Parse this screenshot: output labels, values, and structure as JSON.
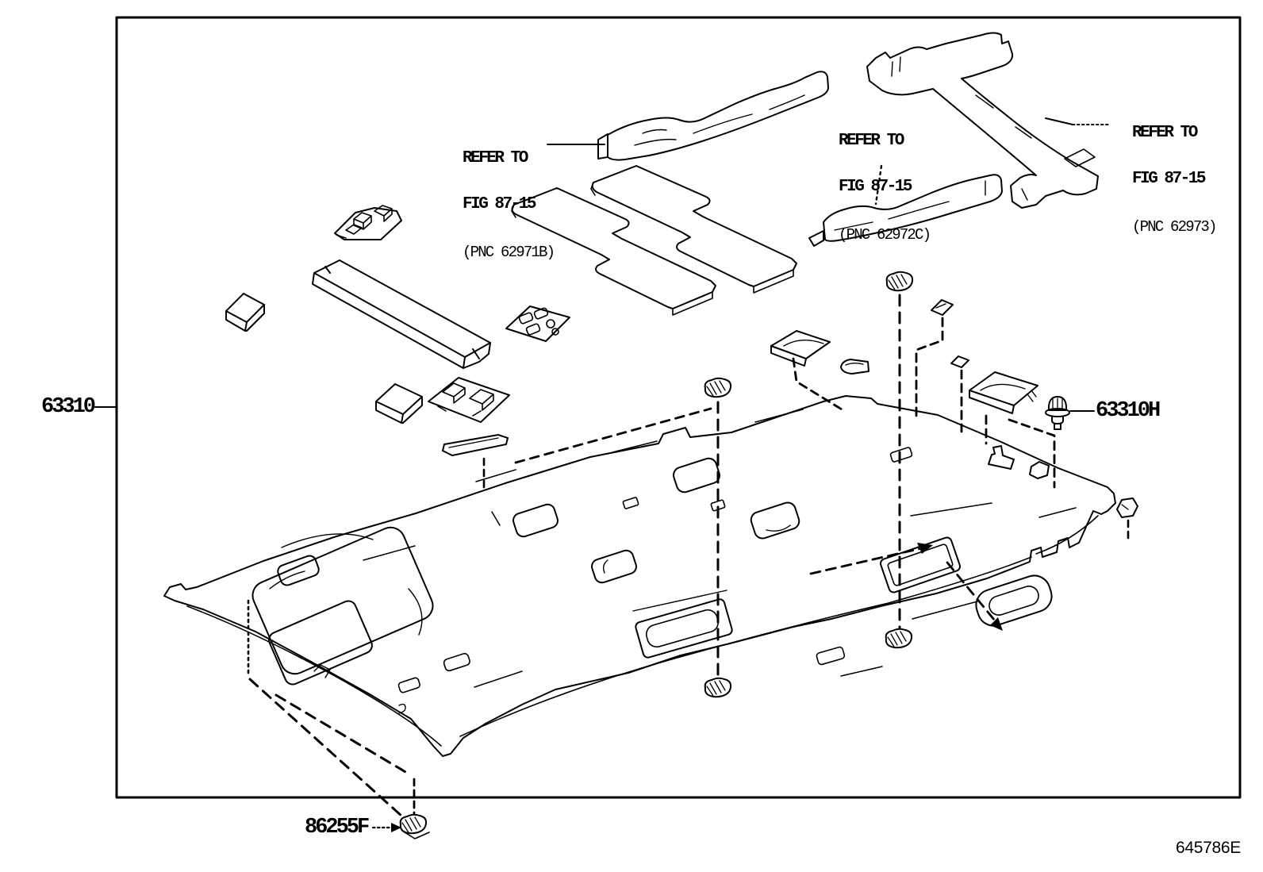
{
  "figure_code": "645786E",
  "callouts": {
    "headliner": "63310",
    "clip": "63310H",
    "retainer": "86255F"
  },
  "references": [
    {
      "line1": "REFER TO",
      "line2": "FIG 87-15",
      "line3": "(PNC 62971B)"
    },
    {
      "line1": "REFER TO",
      "line2": "FIG 87-15",
      "line3": "(PNC 62972C)"
    },
    {
      "line1": "REFER TO",
      "line2": "FIG 87-15",
      "line3": "(PNC 62973)"
    }
  ],
  "colors": {
    "line": "#000000",
    "background": "#ffffff"
  }
}
